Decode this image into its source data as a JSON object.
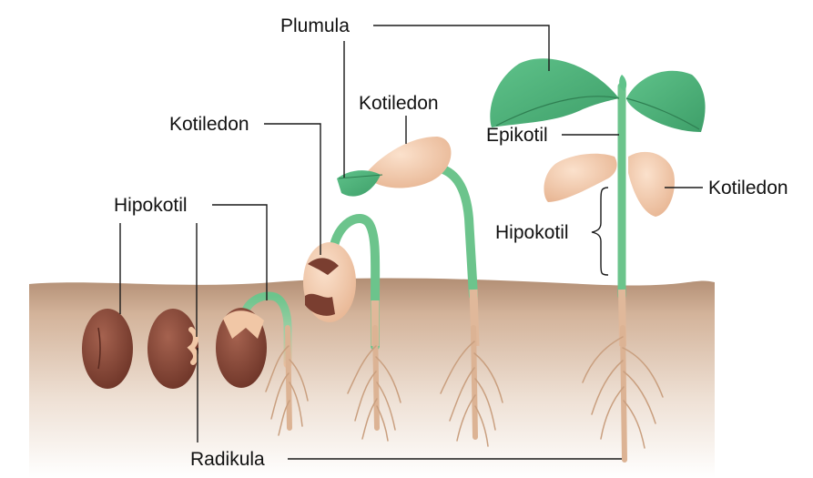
{
  "diagram": {
    "labels": {
      "plumula": "Plumula",
      "kotiledon_left": "Kotiledon",
      "kotiledon_mid": "Kotiledon",
      "kotiledon_right": "Kotiledon",
      "hipokotil_left": "Hipokotil",
      "hipokotil_right": "Hipokotil",
      "epikotil": "Epikotil",
      "radikula": "Radikula"
    },
    "colors": {
      "soil": "#c4a084",
      "seed": "#8a4a3c",
      "stem": "#6cc48c",
      "leaf": "#4cb27a",
      "cotyledon": "#f1c7a6",
      "root": "#d4ab8c"
    }
  }
}
